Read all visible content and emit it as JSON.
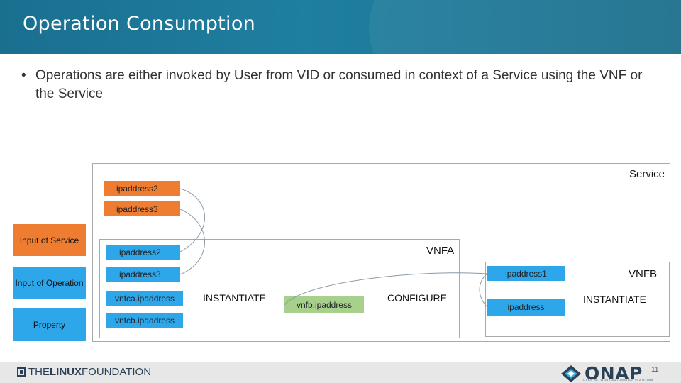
{
  "slide": {
    "title": "Operation Consumption",
    "bullet": "Operations are either invoked by User from VID or consumed in context of a Service using the VNF or the Service",
    "page_number": "11"
  },
  "diagram": {
    "service_label": "Service",
    "vnfa_label": "VNFA",
    "vnfb_label": "VNFB",
    "service_inputs": [
      "ipaddress2",
      "ipaddress3"
    ],
    "vnfa_inputs": [
      "ipaddress2",
      "ipaddress3"
    ],
    "vnfa_properties": [
      "vnfca.ipaddress",
      "vnfcb.ipaddress"
    ],
    "vnfb_input": "ipaddress1",
    "vnfb_property": "ipaddress",
    "connector_property": "vnfb.ipaddress",
    "operations": {
      "vnfa_instantiate": "INSTANTIATE",
      "configure": "CONFIGURE",
      "vnfb_instantiate": "INSTANTIATE"
    }
  },
  "legend": {
    "input_of_service": "Input of Service",
    "input_of_operation": "Input of Operation",
    "property": "Property"
  },
  "footer": {
    "linux_foundation_prefix": "THE",
    "linux_foundation_bold": "LINUX",
    "linux_foundation_suffix": " FOUNDATION",
    "onap": "ONAP",
    "onap_tagline": "OPEN NETWORK AUTOMATION PLATFORM"
  },
  "colors": {
    "header": "#1f7fa0",
    "input_of_service": "#ee7d31",
    "input_of_operation": "#2ea6ea",
    "property": "#2ea6ea",
    "connector_property": "#a7d08c"
  }
}
